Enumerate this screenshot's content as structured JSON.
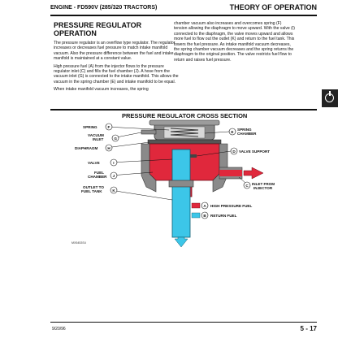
{
  "header": {
    "left": "ENGINE - FD590V (285/320 TRACTORS)",
    "right": "THEORY OF OPERATION"
  },
  "section": {
    "title_line1": "PRESSURE REGULATOR",
    "title_line2": "OPERATION",
    "left_paragraphs": [
      "The pressure regulator is an overflow type regulator. The regulator increases or decreases fuel pressure to match intake manifold vacuum. Also the pressure difference between the fuel and intake manifold is maintained at a constant value.",
      "High pressure fuel (A) from the injector flows to the pressure regulator inlet (C) and fills the fuel chamber (J). A hose from the vacuum inlet (G) is connected to the intake manifold. This allows the vacuum in the spring chamber (E) and intake manifold to be equal.",
      "When intake manifold vacuum increases, the spring"
    ],
    "right_paragraphs": [
      "chamber vacuum also increases and overcomes spring (F) tension allowing the diaphragm to move upward. With the valve (I) connected to the diaphragm, the valve moves upward and allows more fuel to flow out the outlet (K) and return to the fuel tank. This lowers the fuel pressure. As intake manifold vacuum decreases, the spring chamber vacuum decreases and the spring returns the diaphragm to the original position. The valve restricts fuel flow to return and raises fuel pressure."
    ]
  },
  "figure": {
    "title": "PRESSURE REGULATOR CROSS SECTION",
    "labels": {
      "spring": "SPRING",
      "spring_chamber_1": "SPRING",
      "spring_chamber_2": "CHAMBER",
      "vacuum_1": "VACUUM",
      "vacuum_2": "INLET",
      "diaphragm": "DIAPHRAGM",
      "valve_support": "VALVE SUPPORT",
      "valve": "VALVE",
      "fuel_chamber_1": "FUEL",
      "fuel_chamber_2": "CHAMBER",
      "inlet_1": "INLET FROM",
      "inlet_2": "INJECTOR",
      "outlet_1": "OUTLET TO",
      "outlet_2": "FUEL TANK"
    },
    "letters": {
      "F": "F",
      "E": "E",
      "G": "G",
      "H": "H",
      "D": "D",
      "I": "I",
      "J": "J",
      "C": "C",
      "K": "K",
      "A": "A",
      "B": "B"
    },
    "legend": [
      {
        "letter": "A",
        "text": "HIGH PRESSURE FUEL",
        "color": "#e0283c"
      },
      {
        "letter": "B",
        "text": "RETURN FUEL",
        "color": "#3cc6e8"
      }
    ],
    "code": "MX5453S4"
  },
  "footer": {
    "date": "9/20/96",
    "page": "5 - 17"
  },
  "colors": {
    "high_pressure": "#e0283c",
    "return_fuel": "#3cc6e8",
    "body_gray": "#8a8a8a"
  }
}
